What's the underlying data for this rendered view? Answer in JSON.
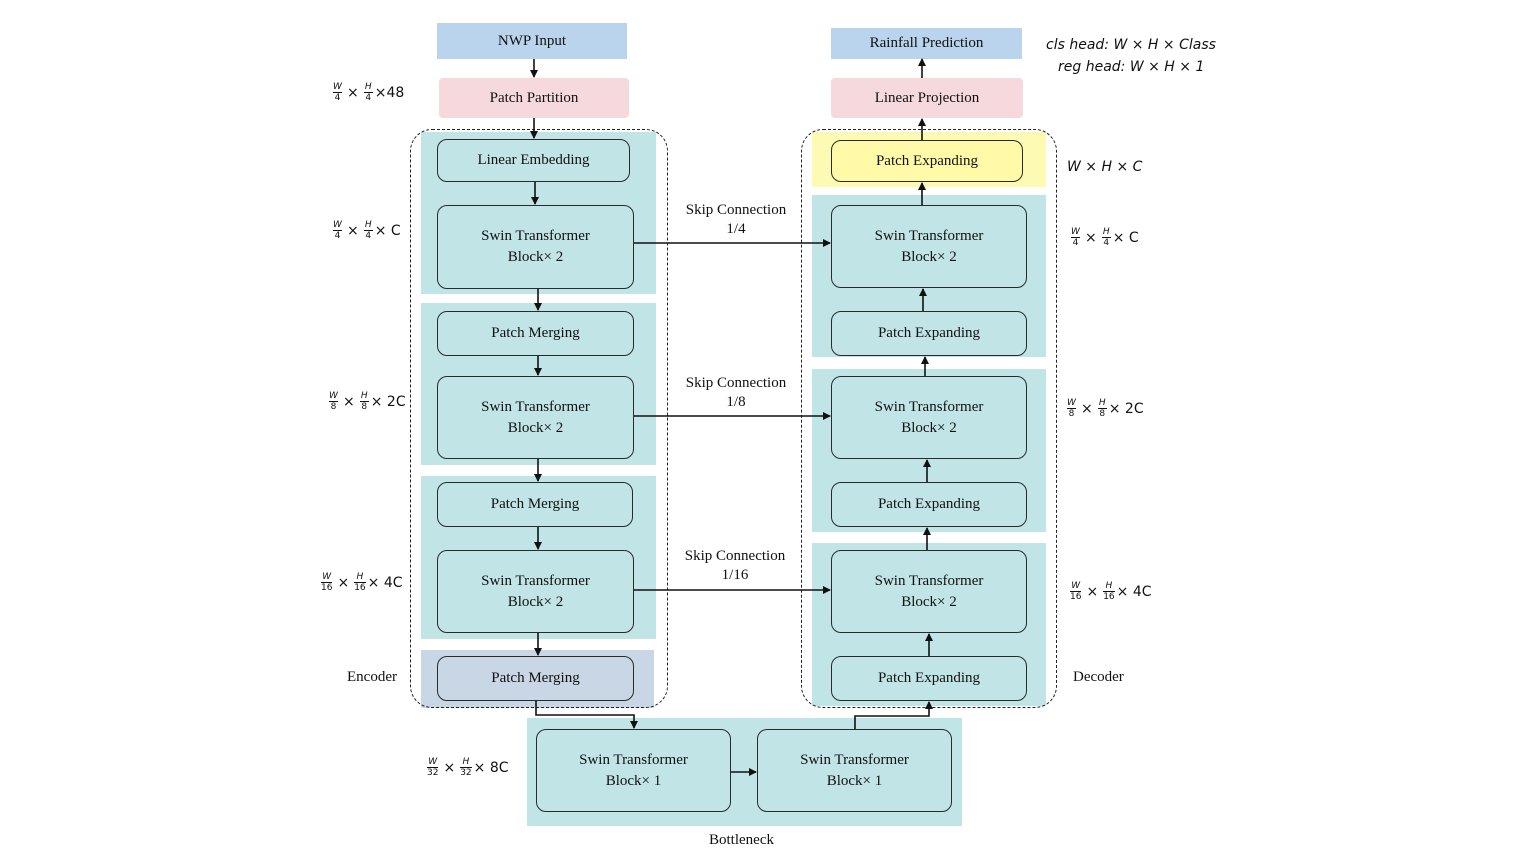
{
  "top": {
    "input": "NWP Input",
    "output": "Rainfall Prediction"
  },
  "heads": {
    "cls": "cls head: W × H × Class",
    "reg": "reg head: W × H × 1"
  },
  "encoder": {
    "label": "Encoder",
    "patch_partition": "Patch Partition",
    "linear_embedding": "Linear Embedding",
    "swin1": "Swin Transformer\nBlock× 2",
    "merge1": "Patch Merging",
    "swin2": "Swin Transformer\nBlock× 2",
    "merge2": "Patch Merging",
    "swin3": "Swin Transformer\nBlock× 2",
    "merge3": "Patch Merging"
  },
  "decoder": {
    "label": "Decoder",
    "linear_projection": "Linear Projection",
    "expand_top": "Patch Expanding",
    "swin1": "Swin Transformer\nBlock× 2",
    "expand1": "Patch Expanding",
    "swin2": "Swin Transformer\nBlock× 2",
    "expand2": "Patch Expanding",
    "swin3": "Swin Transformer\nBlock× 2",
    "expand3": "Patch Expanding"
  },
  "bottleneck": {
    "label": "Bottleneck",
    "swin_a": "Swin Transformer\nBlock× 1",
    "swin_b": "Swin Transformer\nBlock× 1"
  },
  "skips": {
    "s4": "Skip Connection\n1/4",
    "s8": "Skip Connection\n1/8",
    "s16": "Skip Connection\n1/16"
  },
  "dims": {
    "partition": {
      "w": "W",
      "wd": "4",
      "h": "H",
      "hd": "4",
      "tail": "×48"
    },
    "enc1": {
      "w": "W",
      "wd": "4",
      "h": "H",
      "hd": "4",
      "tail": "× C"
    },
    "enc2": {
      "w": "W",
      "wd": "8",
      "h": "H",
      "hd": "8",
      "tail": "× 2C"
    },
    "enc3": {
      "w": "W",
      "wd": "16",
      "h": "H",
      "hd": "16",
      "tail": "× 4C"
    },
    "bottleneck": {
      "w": "W",
      "wd": "32",
      "h": "H",
      "hd": "32",
      "tail": "× 8C"
    },
    "dec_top": "W × H × C",
    "dec1": {
      "w": "W",
      "wd": "4",
      "h": "H",
      "hd": "4",
      "tail": "× C"
    },
    "dec2": {
      "w": "W",
      "wd": "8",
      "h": "H",
      "hd": "8",
      "tail": "× 2C"
    },
    "dec3": {
      "w": "W",
      "wd": "16",
      "h": "H",
      "hd": "16",
      "tail": "× 4C"
    }
  },
  "colors": {
    "block_fill": "#c1e4e6",
    "top_fill": "#b9d4ec",
    "pink_fill": "#f6d9dc",
    "yellow_fill": "#fff9a8",
    "grey_fill": "#c8d6e6"
  }
}
